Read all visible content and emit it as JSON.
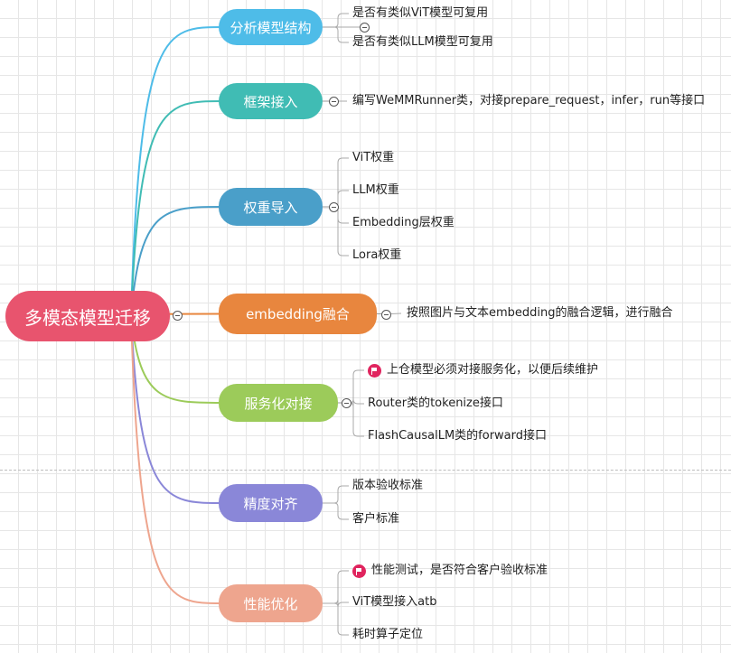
{
  "root": {
    "label": "多模态模型迁移",
    "color": "#e8546e"
  },
  "branches": [
    {
      "label": "分析模型结构",
      "color": "#4ebce8",
      "children": [
        {
          "text": "是否有类似ViT模型可复用"
        },
        {
          "text": "是否有类似LLM模型可复用"
        }
      ]
    },
    {
      "label": "框架接入",
      "color": "#40bcb4",
      "children": [
        {
          "text": "编写WeMMRunner类，对接prepare_request，infer，run等接口"
        }
      ]
    },
    {
      "label": "权重导入",
      "color": "#4a9fc9",
      "children": [
        {
          "text": "ViT权重"
        },
        {
          "text": "LLM权重"
        },
        {
          "text": "Embedding层权重"
        },
        {
          "text": "Lora权重"
        }
      ]
    },
    {
      "label": "embedding融合",
      "color": "#e8863e",
      "children": [
        {
          "text": "按照图片与文本embedding的融合逻辑，进行融合"
        }
      ]
    },
    {
      "label": "服务化对接",
      "color": "#9ccb5a",
      "children": [
        {
          "text": "上仓模型必须对接服务化，以便后续维护",
          "flag": true
        },
        {
          "text": "Router类的tokenize接口"
        },
        {
          "text": "FlashCausalLM类的forward接口"
        }
      ]
    },
    {
      "label": "精度对齐",
      "color": "#8a87d8",
      "children": [
        {
          "text": "版本验收标准"
        },
        {
          "text": "客户标准"
        }
      ]
    },
    {
      "label": "性能优化",
      "color": "#eea58e",
      "children": [
        {
          "text": "性能测试，是否符合客户验收标准",
          "flag": true
        },
        {
          "text": "ViT模型接入atb"
        },
        {
          "text": "耗时算子定位"
        }
      ]
    }
  ]
}
